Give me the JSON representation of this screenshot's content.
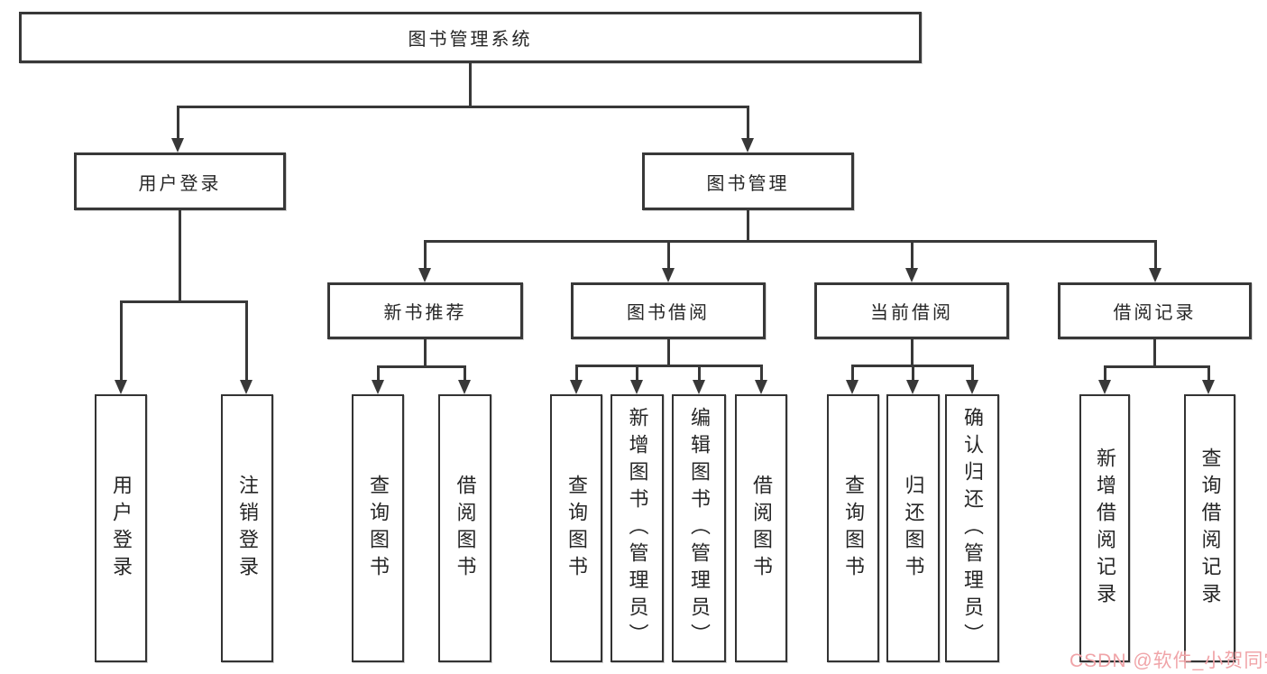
{
  "diagram": {
    "root": "图书管理系统",
    "level2": {
      "login": "用户登录",
      "manage": "图书管理"
    },
    "level3": {
      "recommend": "新书推荐",
      "borrow": "图书借阅",
      "current": "当前借阅",
      "records": "借阅记录"
    },
    "leaves": {
      "login": [
        "用户登录",
        "注销登录"
      ],
      "recommend": [
        "查询图书",
        "借阅图书"
      ],
      "borrow": [
        "查询图书",
        "新增图书（管理员）",
        "编辑图书（管理员）",
        "借阅图书"
      ],
      "current": [
        "查询图书",
        "归还图书",
        "确认归还（管理员）"
      ],
      "records": [
        "新增借阅记录",
        "查询借阅记录"
      ]
    }
  },
  "watermark": {
    "text": "CSDN @软件_小贺同学",
    "color": "#f0a4a8"
  },
  "colors": {
    "line": "#383838",
    "box_border": "#333333",
    "text": "#262626",
    "background": "#ffffff"
  }
}
